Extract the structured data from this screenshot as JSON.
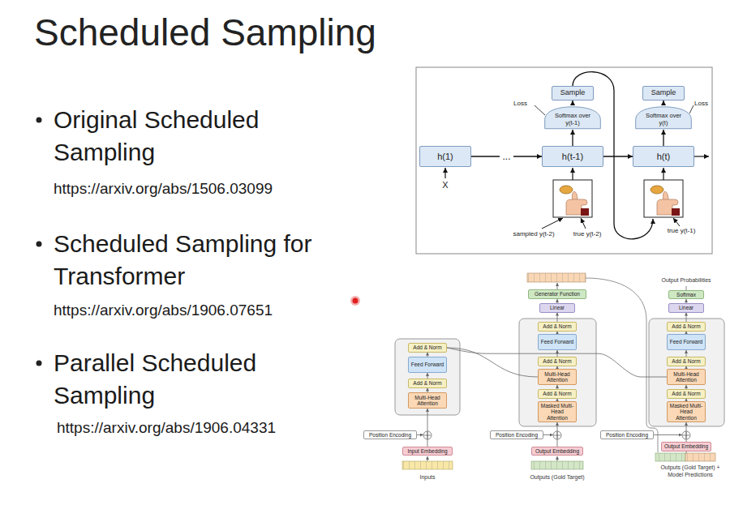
{
  "diagram": {
    "title": "Scheduled Sampling",
    "nodes": [
      {
        "text": [
          "Sample"
        ]
      },
      {
        "text": [
          "Sample"
        ]
      },
      {
        "text": [
          "Softmax over y(t-1)"
        ]
      },
      {
        "text": [
          "Softmax over y(t)"
        ]
      },
      {
        "text": [
          "h(1)"
        ]
      },
      {
        "text": [
          "h(t-1)"
        ]
      },
      {
        "text": [
          "h(t)"
        ]
      },
      {
        "text": [
          "Generator Function"
        ]
      },
      {
        "text": [
          "Linear"
        ]
      },
      {
        "text": [
          "Softmax"
        ]
      },
      {
        "text": [
          "Linear"
        ]
      },
      {
        "text": [
          "Add & Norm"
        ]
      },
      {
        "text": [
          "Feed Forward"
        ]
      },
      {
        "text": [
          "Add & Norm"
        ]
      },
      {
        "text": [
          "Multi-Head Attention"
        ]
      },
      {
        "text": [
          "Add & Norm"
        ]
      },
      {
        "text": [
          "Feed Forward"
        ]
      },
      {
        "text": [
          "Add & Norm"
        ]
      },
      {
        "text": [
          "Multi-Head Attention"
        ]
      },
      {
        "text": [
          "Add & Norm"
        ]
      },
      {
        "text": [
          "Masked Multi-Head Attention"
        ]
      },
      {
        "text": [
          "Add & Norm"
        ]
      },
      {
        "text": [
          "Feed Forward"
        ]
      },
      {
        "text": [
          "Add & Norm"
        ]
      },
      {
        "text": [
          "Multi-Head Attention"
        ]
      },
      {
        "text": [
          "Add & Norm"
        ]
      },
      {
        "text": [
          "Masked Multi-Head Attention"
        ]
      },
      {
        "text": [
          "Position Encoding"
        ]
      },
      {
        "text": [
          "Position Encoding"
        ]
      },
      {
        "text": [
          "Position Encoding"
        ]
      },
      {
        "text": [
          "Input Embedding"
        ]
      },
      {
        "text": [
          "Output Embedding"
        ]
      },
      {
        "text": [
          "Output Embedding"
        ]
      }
    ],
    "edges": [
      {
        "from": 4,
        "to": 5,
        "arrow": "to",
        "label": "..."
      },
      {
        "from": 5,
        "to": 6,
        "arrow": "to"
      },
      {
        "from": 5,
        "to": 2,
        "arrow": "to"
      },
      {
        "from": 2,
        "to": 0,
        "arrow": "to"
      },
      {
        "from": 6,
        "to": 3,
        "arrow": "to"
      },
      {
        "from": 3,
        "to": 1,
        "arrow": "to"
      },
      {
        "from": 14,
        "to": 13,
        "arrow": "to"
      },
      {
        "from": 13,
        "to": 12,
        "arrow": "to"
      },
      {
        "from": 12,
        "to": 11,
        "arrow": "to"
      },
      {
        "from": 20,
        "to": 19,
        "arrow": "to"
      },
      {
        "from": 19,
        "to": 18,
        "arrow": "to"
      },
      {
        "from": 18,
        "to": 17,
        "arrow": "to"
      },
      {
        "from": 17,
        "to": 16,
        "arrow": "to"
      },
      {
        "from": 16,
        "to": 15,
        "arrow": "to"
      },
      {
        "from": 15,
        "to": 8,
        "arrow": "to"
      },
      {
        "from": 8,
        "to": 7,
        "arrow": "to"
      },
      {
        "from": 26,
        "to": 25,
        "arrow": "to"
      },
      {
        "from": 25,
        "to": 24,
        "arrow": "to"
      },
      {
        "from": 24,
        "to": 23,
        "arrow": "to"
      },
      {
        "from": 23,
        "to": 22,
        "arrow": "to"
      },
      {
        "from": 22,
        "to": 21,
        "arrow": "to"
      },
      {
        "from": 21,
        "to": 10,
        "arrow": "to"
      },
      {
        "from": 10,
        "to": 9,
        "arrow": "to"
      },
      {
        "from": 11,
        "to": 18,
        "arrow": "none"
      },
      {
        "from": 11,
        "to": 24,
        "arrow": "none"
      },
      {
        "from": 30,
        "to": 14,
        "arrow": "to"
      },
      {
        "from": 31,
        "to": 20,
        "arrow": "to"
      },
      {
        "from": 32,
        "to": 26,
        "arrow": "to"
      }
    ],
    "labels": [
      "Original Scheduled Sampling",
      "https://arxiv.org/abs/1506.03099",
      "Scheduled Sampling for Transformer",
      "https://arxiv.org/abs/1906.07651",
      "Parallel Scheduled Sampling",
      "https://arxiv.org/abs/1906.04331",
      "Loss",
      "Loss",
      "X",
      "sampled y(t-2)",
      "true y(t-2)",
      "true y(t-1)",
      "Output Probabilities",
      "Inputs",
      "Outputs (Gold Target)",
      "Outputs (Gold Target) + Model Predictions"
    ]
  }
}
